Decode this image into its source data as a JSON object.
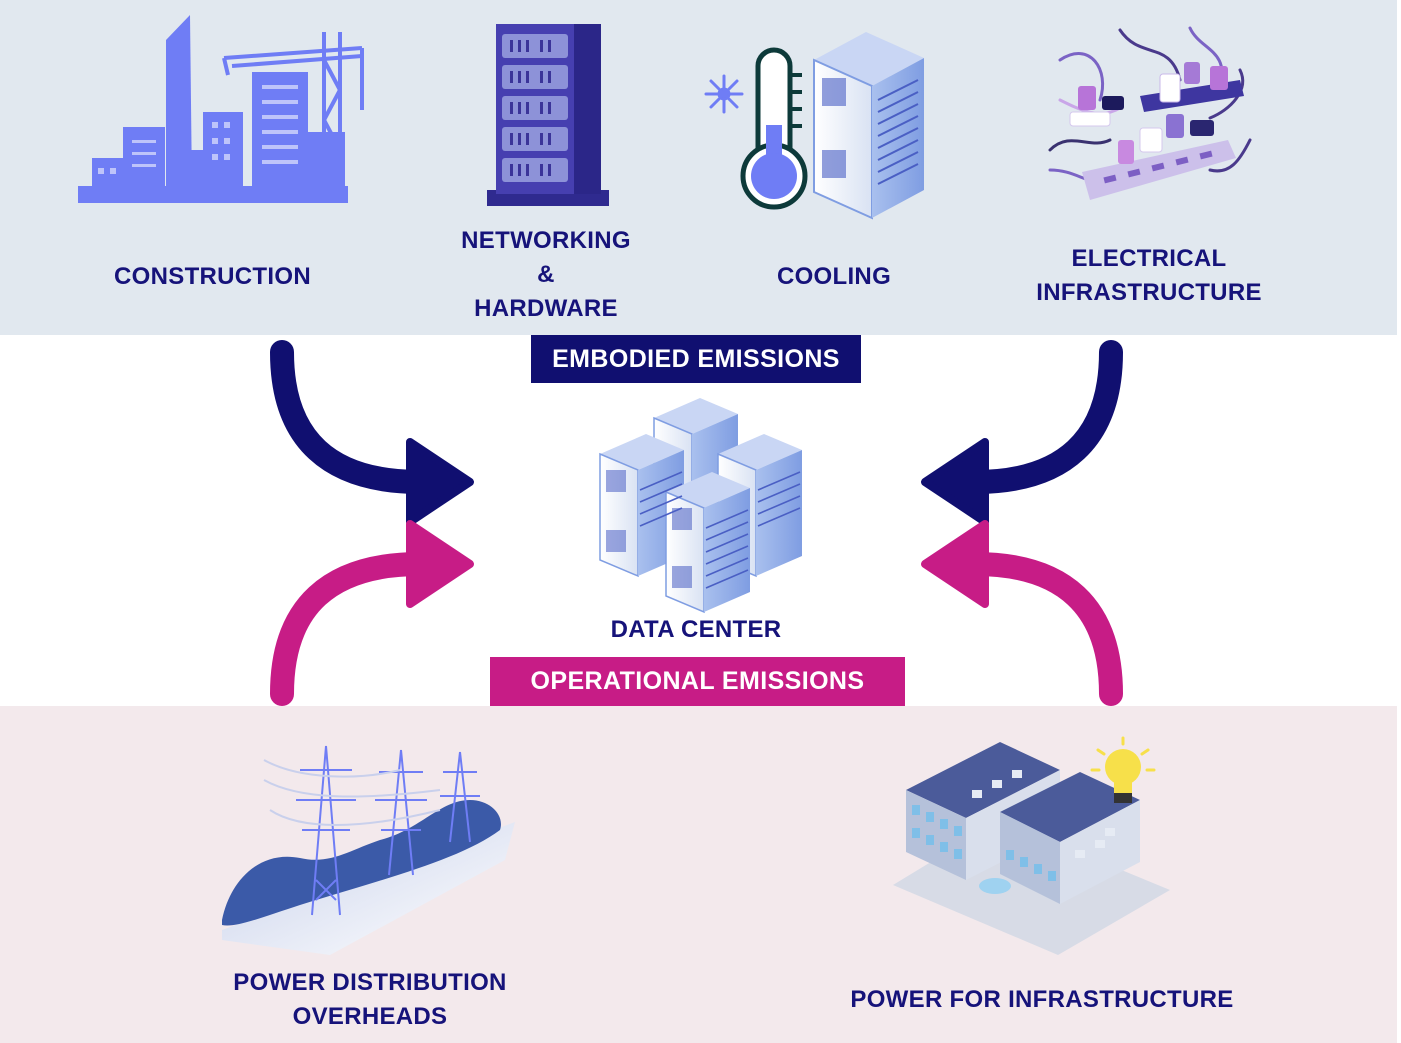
{
  "top_labels": {
    "construction": "CONSTRUCTION",
    "networking_line1": "NETWORKING",
    "networking_line2": "&",
    "networking_line3": "HARDWARE",
    "cooling": "COOLING",
    "electrical_line1": "ELECTRICAL",
    "electrical_line2": "INFRASTRUCTURE"
  },
  "banners": {
    "embodied": "EMBODIED EMISSIONS",
    "operational": "OPERATIONAL EMISSIONS"
  },
  "center": {
    "label": "DATA CENTER"
  },
  "bottom_labels": {
    "power_distribution_line1": "POWER DISTRIBUTION",
    "power_distribution_line2": "OVERHEADS",
    "power_infrastructure": "POWER FOR INFRASTRUCTURE"
  },
  "colors": {
    "embodied_accent": "#100f70",
    "operational_accent": "#c71c86",
    "label_text": "#16137a",
    "top_band": "#e1e8ef",
    "bottom_band": "#f3e9ec",
    "icon_blue": "#6f7df5"
  },
  "icons": [
    "city-construction-icon",
    "server-rack-icon",
    "thermometer-icon",
    "snowflake-icon",
    "server-cabinet-icon",
    "power-strip-icon",
    "data-center-servers-icon",
    "power-lines-icon",
    "building-icon",
    "light-bulb-icon"
  ]
}
